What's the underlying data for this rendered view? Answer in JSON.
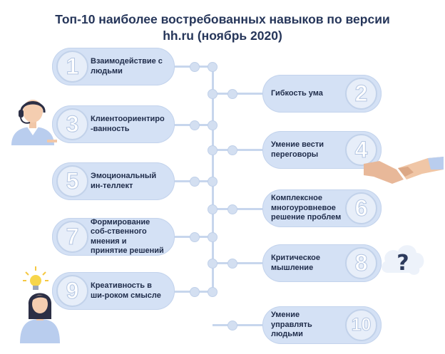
{
  "title": {
    "line1": "Топ-10 наиболее востребованных навыков по версии",
    "line2": "hh.ru (ноябрь 2020)"
  },
  "skills": [
    {
      "number": "1",
      "label": "Взаимодействие с людьми",
      "side": "left"
    },
    {
      "number": "2",
      "label": "Гибкость ума",
      "side": "right"
    },
    {
      "number": "3",
      "label": "Клиентоориентиро-ванность",
      "side": "left"
    },
    {
      "number": "4",
      "label": "Умение вести переговоры",
      "side": "right"
    },
    {
      "number": "5",
      "label": "Эмоциональный ин-теллект",
      "side": "left"
    },
    {
      "number": "6",
      "label": "Комплексное многоуровневое решение проблем",
      "side": "right"
    },
    {
      "number": "7",
      "label": "Формирование соб-ственного мнения и принятие решений",
      "side": "left"
    },
    {
      "number": "8",
      "label": "Критическое мышление",
      "side": "right"
    },
    {
      "number": "9",
      "label": "Креативность в ши-роком смысле",
      "side": "left"
    },
    {
      "number": "10",
      "label": "Умение управлять людьми",
      "side": "right"
    }
  ],
  "colors": {
    "card": "#d4e1f5",
    "title": "#26365a",
    "text": "#1f2c4a",
    "connector": "#c7d6ed"
  },
  "icons": [
    "headset-person-icon",
    "handshake-icon",
    "question-cloud-icon",
    "lightbulb-person-icon"
  ]
}
